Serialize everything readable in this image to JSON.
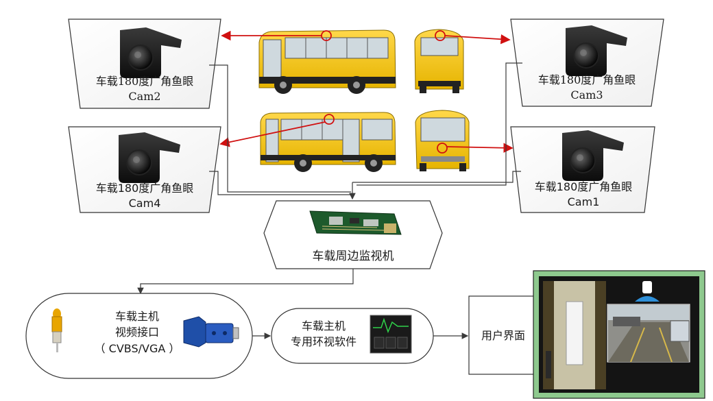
{
  "cameras": {
    "cam2": {
      "title": "车载180度广角鱼眼",
      "id": "Cam2"
    },
    "cam3": {
      "title": "车载180度广角鱼眼",
      "id": "Cam3"
    },
    "cam4": {
      "title": "车载180度广角鱼眼",
      "id": "Cam4"
    },
    "cam1": {
      "title": "车载180度广角鱼眼",
      "id": "Cam1"
    }
  },
  "dvr": {
    "label": "车载周边监视机"
  },
  "host_video": {
    "line1": "车载主机",
    "line2": "视频接口",
    "line3": "（ CVBS/VGA ）"
  },
  "host_software": {
    "line1": "车载主机",
    "line2": "专用环视软件"
  },
  "ui": {
    "label": "用户界面"
  },
  "colors": {
    "bus_yellow": "#f2c200",
    "arrow_red": "#d01010",
    "line_gray": "#3a3a3a",
    "frame_green": "#8ec98e"
  },
  "icons": [
    "fisheye-camera-icon",
    "bus-side-icon",
    "bus-front-icon",
    "circuit-board-icon",
    "rca-plug-icon",
    "vga-connector-icon",
    "monitor-waveform-icon"
  ]
}
